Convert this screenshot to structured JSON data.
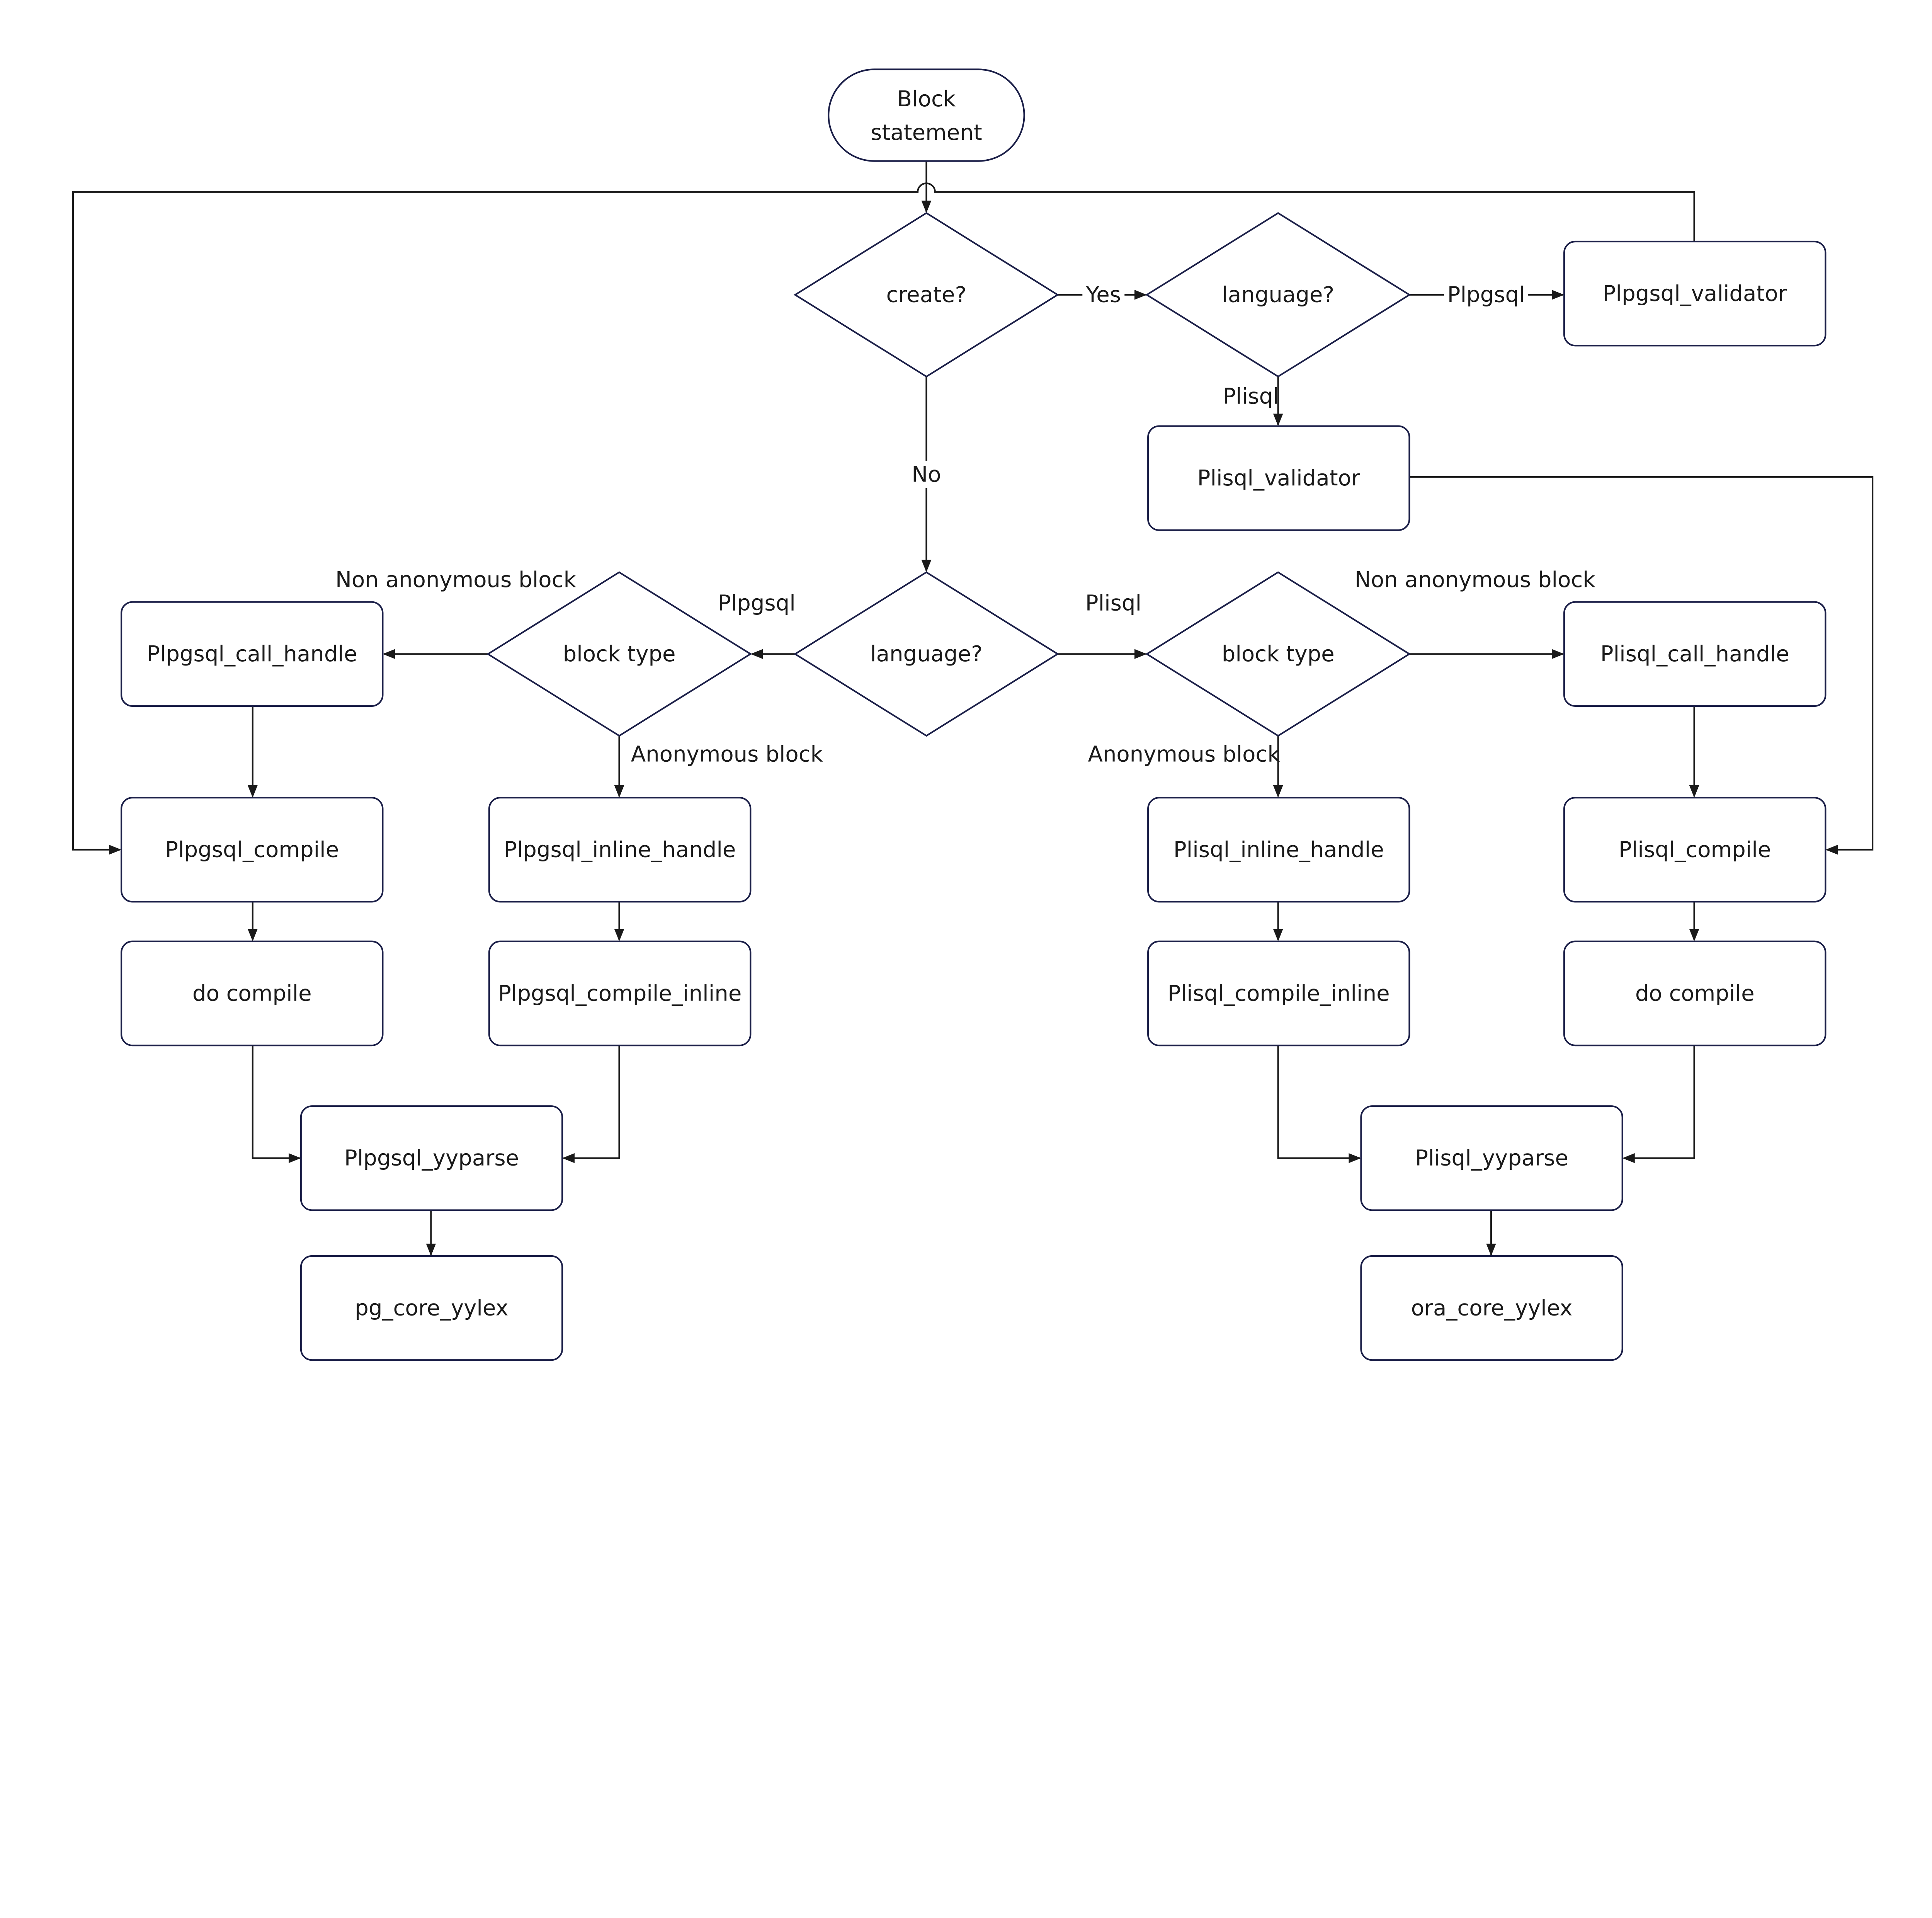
{
  "start_node": {
    "lines": [
      "Block",
      "statement"
    ]
  },
  "decisions": {
    "create": "create?",
    "language_top": "language?",
    "language_mid": "language?",
    "block_type_left": "block type",
    "block_type_right": "block type"
  },
  "processes": {
    "plpgsql_validator": "Plpgsql_validator",
    "plisql_validator": "Plisql_validator",
    "plpgsql_call_handle": "Plpgsql_call_handle",
    "plisql_call_handle": "Plisql_call_handle",
    "plpgsql_compile": "Plpgsql_compile",
    "plpgsql_inline_handle": "Plpgsql_inline_handle",
    "plisql_inline_handle": "Plisql_inline_handle",
    "plisql_compile": "Plisql_compile",
    "do_compile_left": "do compile",
    "plpgsql_compile_inline": "Plpgsql_compile_inline",
    "plisql_compile_inline": "Plisql_compile_inline",
    "do_compile_right": "do compile",
    "plpgsql_yyparse": "Plpgsql_yyparse",
    "plisql_yyparse": "Plisql_yyparse",
    "pg_core_yylex": "pg_core_yylex",
    "ora_core_yylex": "ora_core_yylex"
  },
  "edge_labels": {
    "yes": "Yes",
    "no": "No",
    "plpgsql_top": "Plpgsql",
    "plisql_top": "Plisql",
    "plpgsql_mid": "Plpgsql",
    "plisql_mid": "Plisql",
    "non_anon_left": "Non anonymous block",
    "anon_left": "Anonymous block",
    "non_anon_right": "Non anonymous block",
    "anon_right": "Anonymous block"
  },
  "colors": {
    "shape_stroke": "#1b1f48",
    "edge": "#1a1a1a",
    "background": "#ffffff"
  }
}
